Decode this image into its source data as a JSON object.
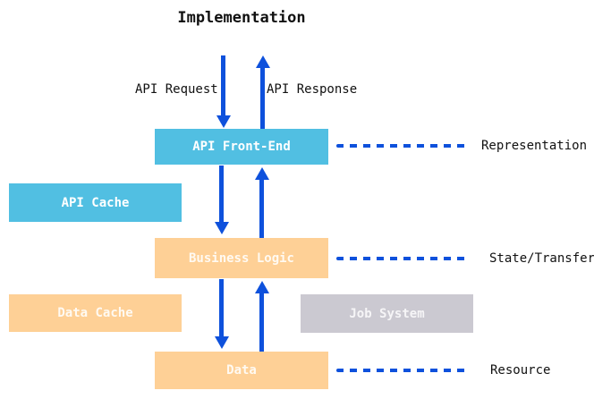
{
  "title": "Implementation",
  "colors": {
    "cyan": "#51BFE2",
    "orange": "#FED096",
    "gray": "#CBC9D1",
    "arrow_blue": "#0E51DC",
    "text_dark": "#111111",
    "box_text": "#FFFFFF"
  },
  "flow_labels": {
    "request": "API Request",
    "response": "API Response"
  },
  "boxes": {
    "api_front_end": {
      "label": "API Front-End"
    },
    "api_cache": {
      "label": "API Cache"
    },
    "business_logic": {
      "label": "Business Logic"
    },
    "data_cache": {
      "label": "Data Cache"
    },
    "job_system": {
      "label": "Job System"
    },
    "data": {
      "label": "Data"
    }
  },
  "layers": {
    "representation": "Representation",
    "state_transfer": "State/Transfer",
    "resource": "Resource"
  }
}
